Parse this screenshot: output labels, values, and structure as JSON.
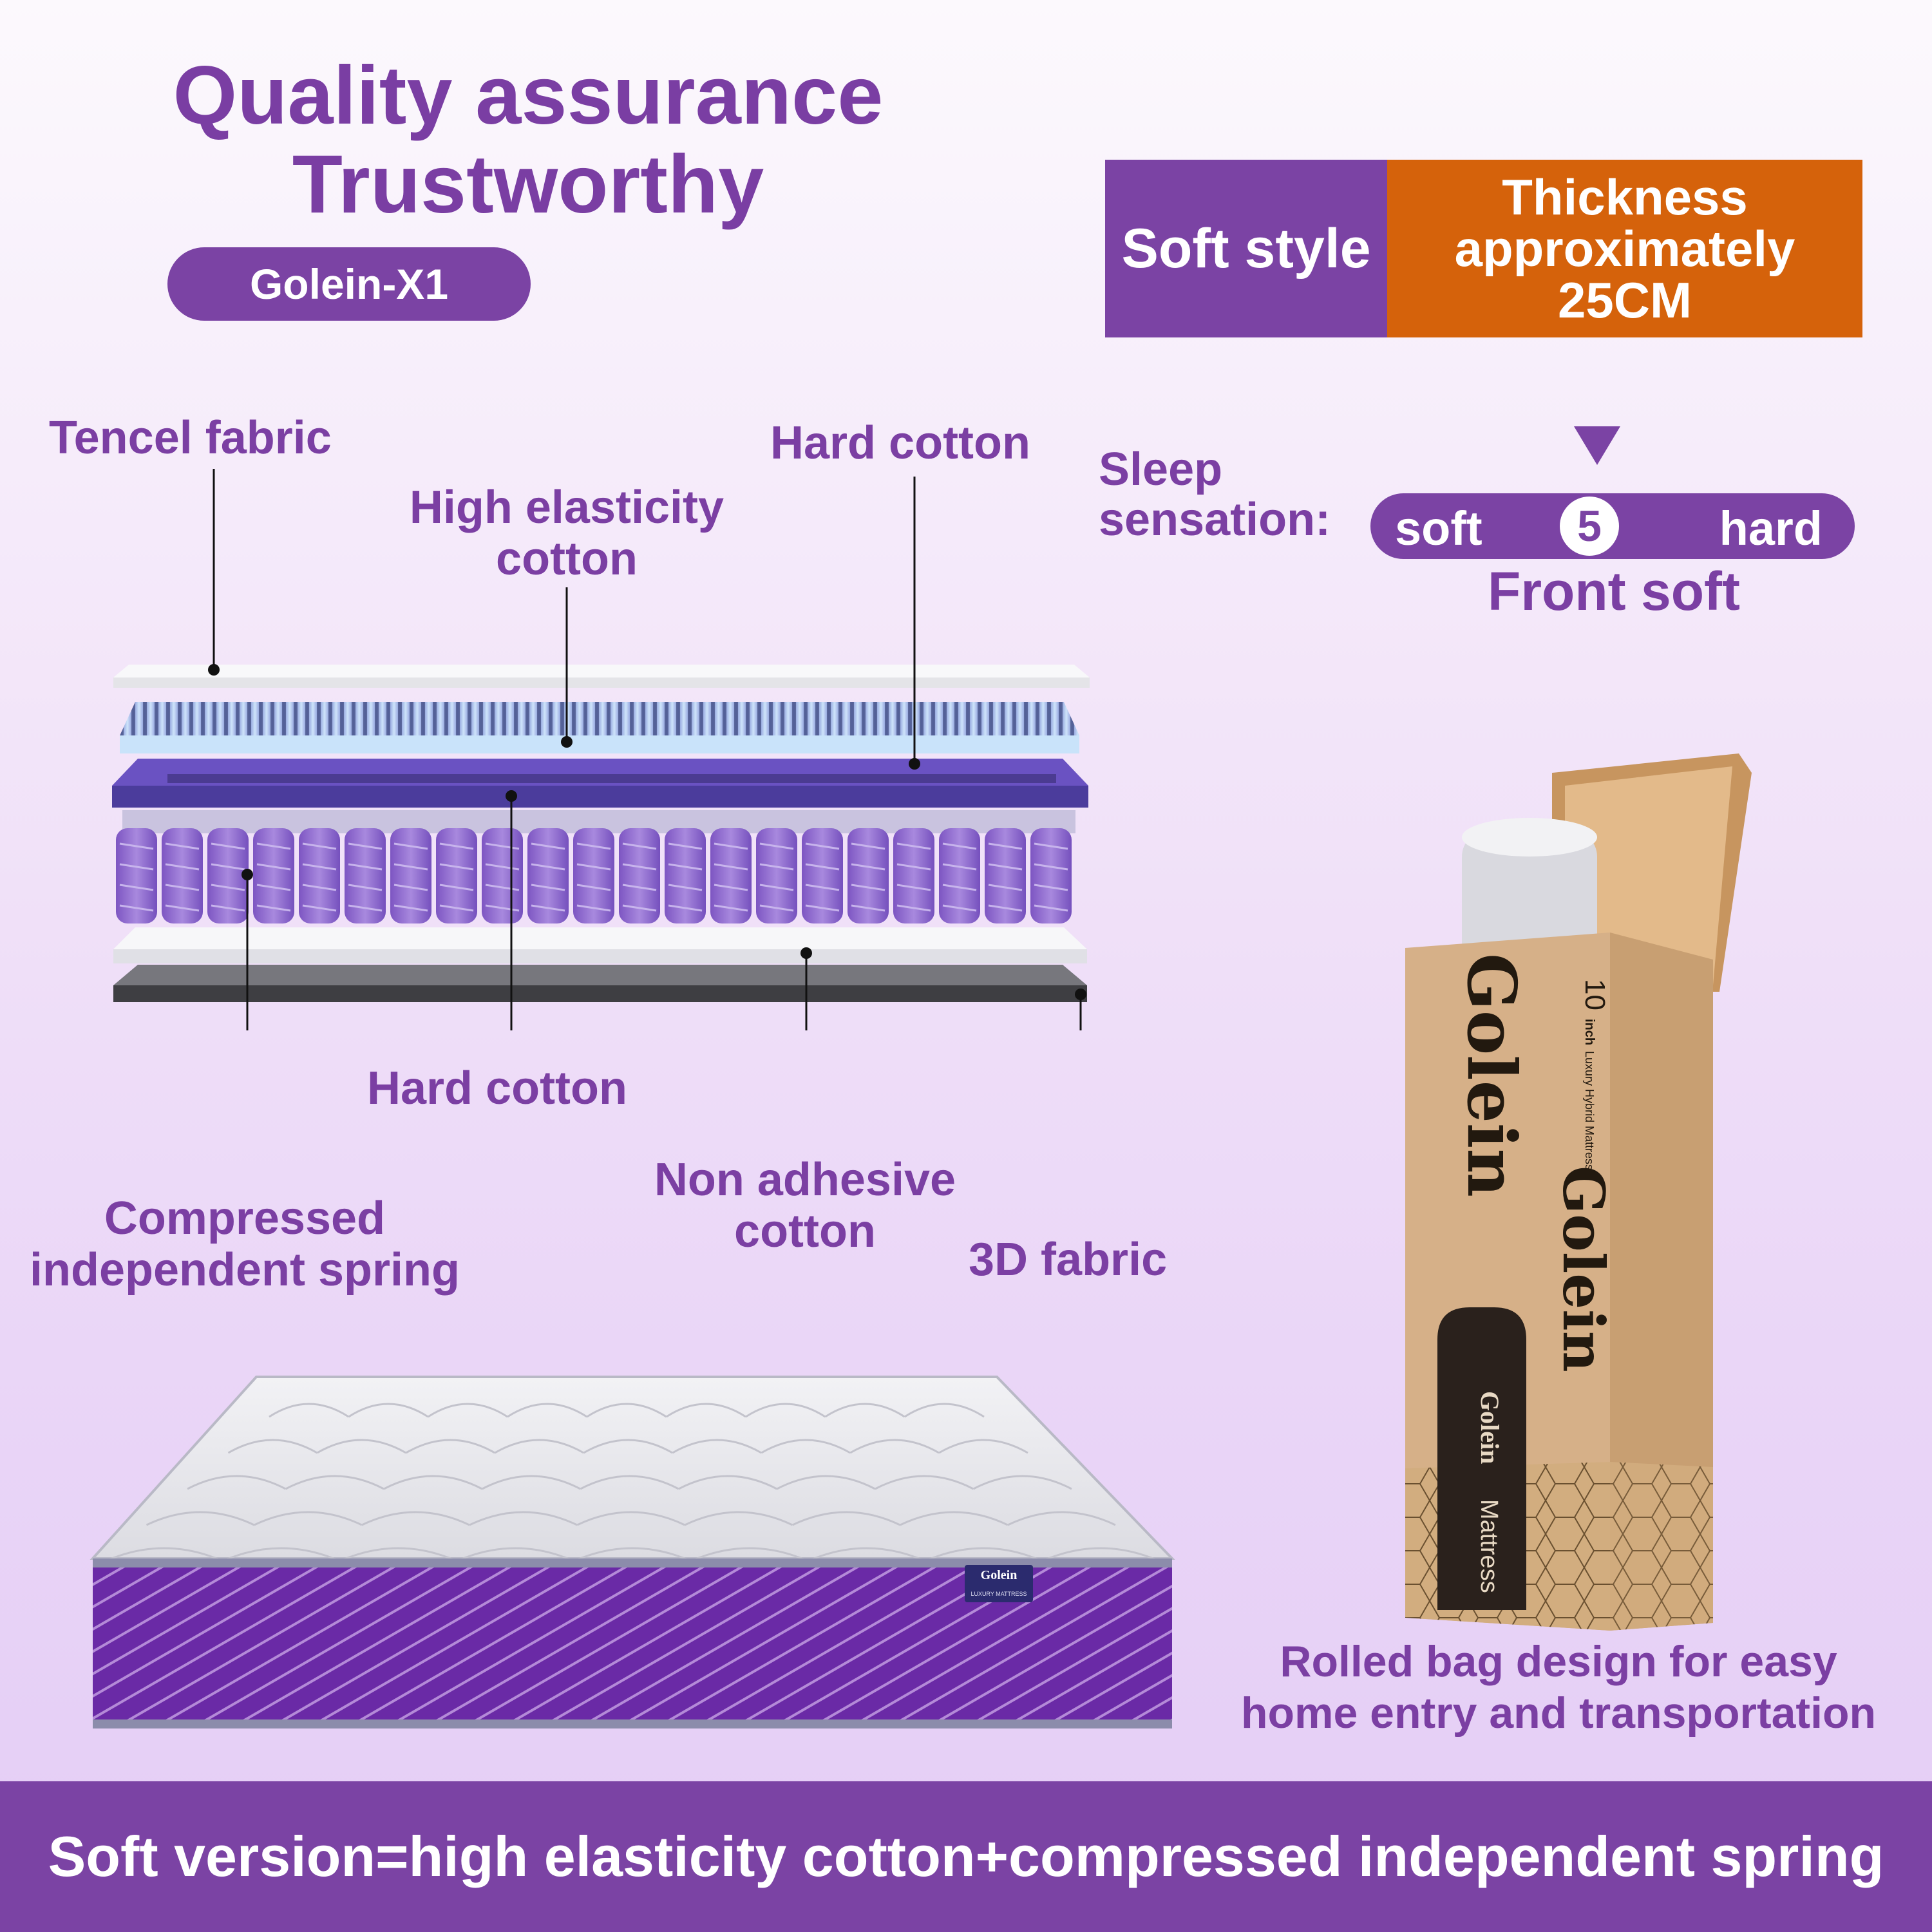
{
  "header": {
    "title_line1": "Quality assurance",
    "title_line2": "Trustworthy",
    "model": "Golein-X1"
  },
  "style_box": {
    "style": "Soft style",
    "thickness_line1": "Thickness",
    "thickness_line2": "approximately",
    "thickness_line3": "25CM"
  },
  "sleep": {
    "label_line1": "Sleep",
    "label_line2": "sensation:",
    "soft": "soft",
    "hard": "hard",
    "level": "5",
    "level_fraction": 0.5,
    "result": "Front soft"
  },
  "layers": {
    "tencel": "Tencel fabric",
    "high_elasticity_line1": "High elasticity",
    "high_elasticity_line2": "cotton",
    "hard_cotton_top": "Hard cotton",
    "hard_cotton_mid": "Hard cotton",
    "spring_line1": "Compressed",
    "spring_line2": "independent spring",
    "non_adhesive_line1": "Non adhesive",
    "non_adhesive_line2": "cotton",
    "fabric_3d": "3D fabric"
  },
  "box": {
    "brand": "Golein",
    "brand_side": "Golein",
    "size_text": "10",
    "size_unit": "inch",
    "product_text": "Luxury Hybrid Mattress",
    "label_brand": "Golein",
    "label_word": "Mattress"
  },
  "mattress_tag": {
    "brand": "Golein",
    "sub": "LUXURY MATTRESS"
  },
  "caption": {
    "line1": "Rolled bag design for easy",
    "line2": "home entry and transportation"
  },
  "footer": {
    "text": "Soft version=high elasticity cotton+compressed independent spring"
  },
  "colors": {
    "purple": "#7b43a4",
    "orange": "#d5620b",
    "text_purple": "#7b3fa3"
  }
}
